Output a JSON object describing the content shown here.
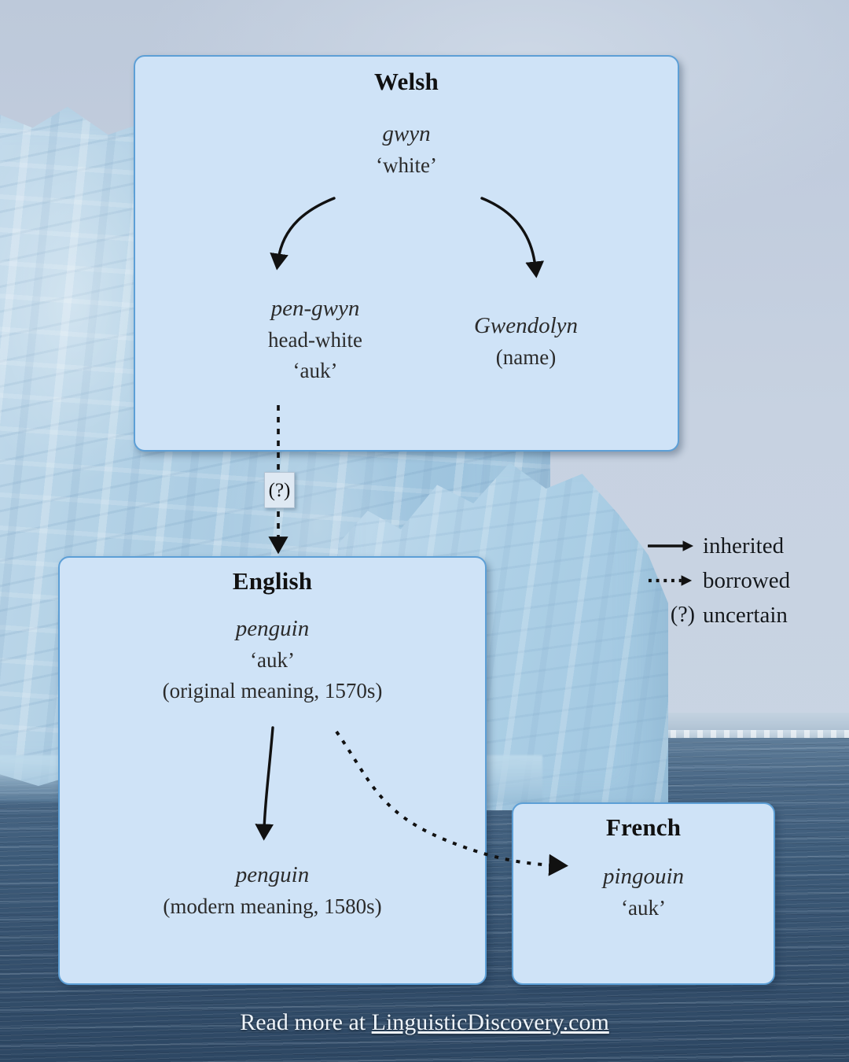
{
  "footer": {
    "prefix": "Read more at ",
    "url": "LinguisticDiscovery.com"
  },
  "legend": {
    "items": [
      {
        "mark": "solid-arrow-icon",
        "label": "inherited"
      },
      {
        "mark": "dotted-arrow-icon",
        "label": "borrowed"
      },
      {
        "mark": "(?)",
        "label": "uncertain"
      }
    ]
  },
  "uncertain_badge": "(?)",
  "boxes": {
    "welsh": {
      "title": "Welsh",
      "root": {
        "word": "gwyn",
        "gloss": "‘white’"
      },
      "left": {
        "word": "pen-gwyn",
        "literal": "head-white",
        "gloss": "‘auk’"
      },
      "right": {
        "word": "Gwendolyn",
        "note": "(name)"
      }
    },
    "english": {
      "title": "English",
      "top": {
        "word": "penguin",
        "gloss": "‘auk’",
        "note": "(original meaning, 1570s)"
      },
      "bottom": {
        "word": "penguin",
        "note": "(modern meaning, 1580s)"
      }
    },
    "french": {
      "title": "French",
      "entry": {
        "word": "pingouin",
        "gloss": "‘auk’"
      }
    }
  },
  "colors": {
    "box_fill": "#cfe3f7",
    "box_border": "#5d9fd6",
    "arrow": "#111111",
    "footer_text": "#eef4fa"
  }
}
